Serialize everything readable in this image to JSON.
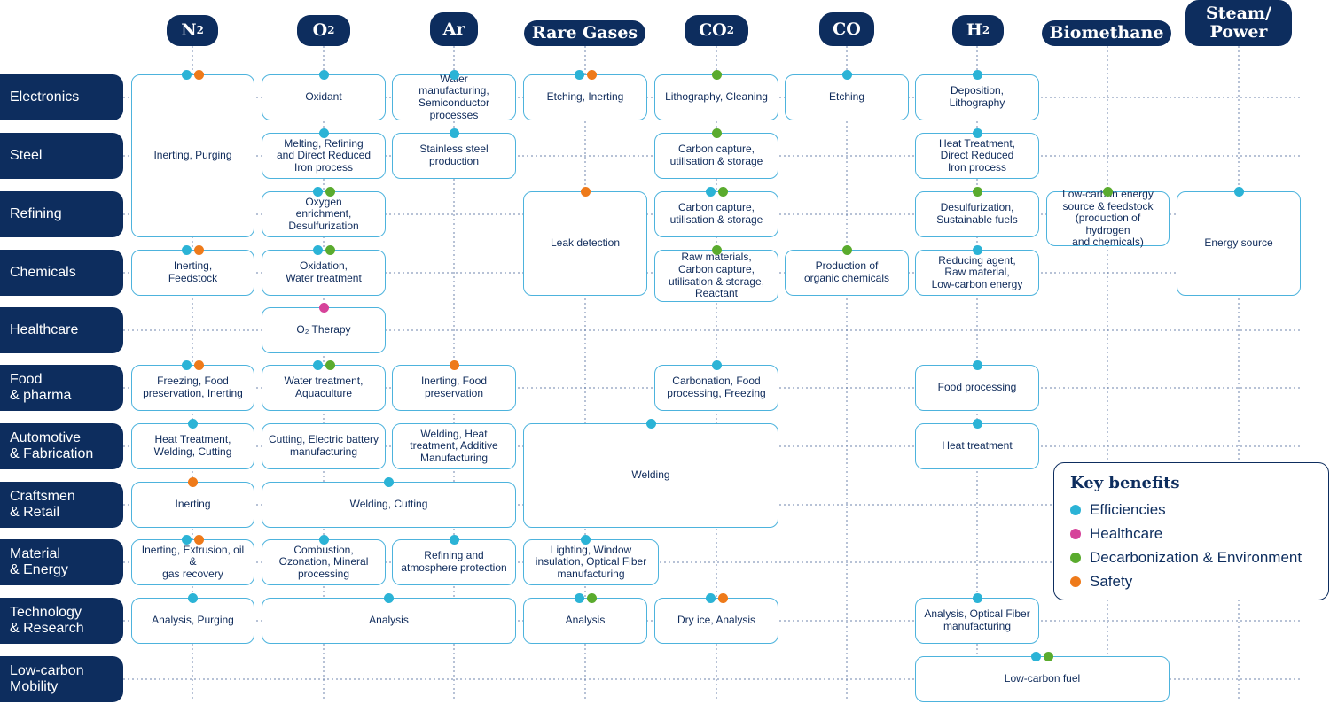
{
  "columns": [
    {
      "id": "n2",
      "label": "N",
      "sub": "2"
    },
    {
      "id": "o2",
      "label": "O",
      "sub": "2"
    },
    {
      "id": "ar",
      "label": "Ar",
      "sub": ""
    },
    {
      "id": "rare",
      "label": "Rare Gases",
      "sub": ""
    },
    {
      "id": "co2",
      "label": "CO",
      "sub": "2"
    },
    {
      "id": "co",
      "label": "CO",
      "sub": ""
    },
    {
      "id": "h2",
      "label": "H",
      "sub": "2"
    },
    {
      "id": "bio",
      "label": "Biomethane",
      "sub": ""
    },
    {
      "id": "steam",
      "label": "Steam/\nPower",
      "sub": ""
    }
  ],
  "rows": [
    {
      "id": "electronics",
      "label": "Electronics"
    },
    {
      "id": "steel",
      "label": "Steel"
    },
    {
      "id": "refining",
      "label": "Refining"
    },
    {
      "id": "chemicals",
      "label": "Chemicals"
    },
    {
      "id": "healthcare",
      "label": "Healthcare"
    },
    {
      "id": "food",
      "label": "Food\n& pharma"
    },
    {
      "id": "auto",
      "label": "Automotive\n& Fabrication"
    },
    {
      "id": "crafts",
      "label": "Craftsmen\n& Retail"
    },
    {
      "id": "material",
      "label": "Material\n& Energy"
    },
    {
      "id": "tech",
      "label": "Technology\n& Research"
    },
    {
      "id": "mobility",
      "label": "Low-carbon\nMobility"
    }
  ],
  "benefit_colors": {
    "efficiencies": "#2bb3d6",
    "healthcare": "#d6439a",
    "decarbonization": "#5aab2e",
    "safety": "#ee7a1a"
  },
  "cells": [
    {
      "col": "n2",
      "rows": [
        "electronics",
        "refining"
      ],
      "text": "Inerting, Purging",
      "benefits": [
        "efficiencies",
        "safety"
      ]
    },
    {
      "col": "n2",
      "rows": [
        "chemicals"
      ],
      "text": "Inerting,\nFeedstock",
      "benefits": [
        "efficiencies",
        "safety"
      ]
    },
    {
      "col": "n2",
      "rows": [
        "food"
      ],
      "text": "Freezing, Food\npreservation, Inerting",
      "benefits": [
        "efficiencies",
        "safety"
      ]
    },
    {
      "col": "n2",
      "rows": [
        "auto"
      ],
      "text": "Heat Treatment,\nWelding, Cutting",
      "benefits": [
        "efficiencies"
      ]
    },
    {
      "col": "n2",
      "rows": [
        "crafts"
      ],
      "text": "Inerting",
      "benefits": [
        "safety"
      ]
    },
    {
      "col": "n2",
      "rows": [
        "material"
      ],
      "text": "Inerting, Extrusion, oil &\ngas recovery",
      "benefits": [
        "efficiencies",
        "safety"
      ]
    },
    {
      "col": "n2",
      "rows": [
        "tech"
      ],
      "text": "Analysis, Purging",
      "benefits": [
        "efficiencies"
      ]
    },
    {
      "col": "o2",
      "rows": [
        "electronics"
      ],
      "text": "Oxidant",
      "benefits": [
        "efficiencies"
      ]
    },
    {
      "col": "o2",
      "rows": [
        "steel"
      ],
      "text": "Melting, Refining\nand Direct Reduced\nIron process",
      "benefits": [
        "efficiencies"
      ]
    },
    {
      "col": "o2",
      "rows": [
        "refining"
      ],
      "text": "Oxygen\nenrichment,\nDesulfurization",
      "benefits": [
        "efficiencies",
        "decarbonization"
      ]
    },
    {
      "col": "o2",
      "rows": [
        "chemicals"
      ],
      "text": "Oxidation,\nWater treatment",
      "benefits": [
        "efficiencies",
        "decarbonization"
      ]
    },
    {
      "col": "o2",
      "rows": [
        "healthcare"
      ],
      "text": "O₂ Therapy",
      "benefits": [
        "healthcare"
      ]
    },
    {
      "col": "o2",
      "rows": [
        "food"
      ],
      "text": "Water treatment,\nAquaculture",
      "benefits": [
        "efficiencies",
        "decarbonization"
      ]
    },
    {
      "col": "o2",
      "rows": [
        "auto"
      ],
      "text": "Cutting, Electric battery\nmanufacturing",
      "benefits": []
    },
    {
      "col": "o2",
      "colEnd": "ar",
      "rows": [
        "crafts"
      ],
      "text": "Welding, Cutting",
      "benefits": [
        "efficiencies"
      ]
    },
    {
      "col": "o2",
      "rows": [
        "material"
      ],
      "text": "Combustion,\nOzonation, Mineral\nprocessing",
      "benefits": [
        "efficiencies"
      ]
    },
    {
      "col": "o2",
      "colEnd": "ar",
      "rows": [
        "tech"
      ],
      "text": "Analysis",
      "benefits": [
        "efficiencies"
      ]
    },
    {
      "col": "ar",
      "rows": [
        "electronics"
      ],
      "text": "Wafer\nmanufacturing,\nSemiconductor\nprocesses",
      "benefits": [
        "efficiencies"
      ]
    },
    {
      "col": "ar",
      "rows": [
        "steel"
      ],
      "text": "Stainless steel\nproduction",
      "benefits": [
        "efficiencies"
      ]
    },
    {
      "col": "ar",
      "rows": [
        "food"
      ],
      "text": "Inerting, Food\npreservation",
      "benefits": [
        "safety"
      ]
    },
    {
      "col": "ar",
      "rows": [
        "auto"
      ],
      "text": "Welding, Heat\ntreatment, Additive\nManufacturing",
      "benefits": []
    },
    {
      "col": "ar",
      "rows": [
        "material"
      ],
      "text": "Refining and\natmosphere protection",
      "benefits": [
        "efficiencies"
      ]
    },
    {
      "col": "rare",
      "rows": [
        "electronics"
      ],
      "text": "Etching, Inerting",
      "benefits": [
        "efficiencies",
        "safety"
      ]
    },
    {
      "col": "rare",
      "rows": [
        "refining",
        "chemicals"
      ],
      "text": "Leak detection",
      "benefits": [
        "safety"
      ]
    },
    {
      "col": "rare",
      "colEnd": "co2",
      "rows": [
        "auto",
        "crafts"
      ],
      "text": "Welding",
      "benefits": [
        "efficiencies"
      ]
    },
    {
      "col": "rare",
      "rows": [
        "material"
      ],
      "text": "Lighting, Window\ninsulation, Optical Fiber\nmanufacturing",
      "benefits": [
        "efficiencies"
      ]
    },
    {
      "col": "rare",
      "rows": [
        "tech"
      ],
      "text": "Analysis",
      "benefits": [
        "efficiencies",
        "decarbonization"
      ]
    },
    {
      "col": "co2",
      "rows": [
        "electronics"
      ],
      "text": "Lithography, Cleaning",
      "benefits": [
        "decarbonization"
      ]
    },
    {
      "col": "co2",
      "rows": [
        "steel"
      ],
      "text": "Carbon capture,\nutilisation & storage",
      "benefits": [
        "decarbonization"
      ]
    },
    {
      "col": "co2",
      "rows": [
        "refining"
      ],
      "text": "Carbon capture,\nutilisation & storage",
      "benefits": [
        "efficiencies",
        "decarbonization"
      ]
    },
    {
      "col": "co2",
      "rows": [
        "chemicals"
      ],
      "text": "Raw materials,\nCarbon capture,\nutilisation & storage,\nReactant",
      "benefits": [
        "decarbonization"
      ]
    },
    {
      "col": "co2",
      "rows": [
        "food"
      ],
      "text": "Carbonation, Food\nprocessing, Freezing",
      "benefits": [
        "efficiencies"
      ]
    },
    {
      "col": "co2",
      "rows": [
        "tech"
      ],
      "text": "Dry ice, Analysis",
      "benefits": [
        "efficiencies",
        "safety"
      ]
    },
    {
      "col": "co",
      "rows": [
        "electronics"
      ],
      "text": "Etching",
      "benefits": [
        "efficiencies"
      ]
    },
    {
      "col": "co",
      "rows": [
        "chemicals"
      ],
      "text": "Production of\norganic chemicals",
      "benefits": [
        "decarbonization"
      ]
    },
    {
      "col": "h2",
      "rows": [
        "electronics"
      ],
      "text": "Deposition,\nLithography",
      "benefits": [
        "efficiencies"
      ]
    },
    {
      "col": "h2",
      "rows": [
        "steel"
      ],
      "text": "Heat Treatment,\nDirect Reduced\nIron process",
      "benefits": [
        "efficiencies"
      ]
    },
    {
      "col": "h2",
      "rows": [
        "refining"
      ],
      "text": "Desulfurization,\nSustainable fuels",
      "benefits": [
        "decarbonization"
      ]
    },
    {
      "col": "h2",
      "rows": [
        "chemicals"
      ],
      "text": "Reducing agent,\nRaw material,\nLow-carbon energy",
      "benefits": [
        "efficiencies"
      ]
    },
    {
      "col": "h2",
      "rows": [
        "food"
      ],
      "text": "Food processing",
      "benefits": [
        "efficiencies"
      ]
    },
    {
      "col": "h2",
      "rows": [
        "auto"
      ],
      "text": "Heat treatment",
      "benefits": [
        "efficiencies"
      ]
    },
    {
      "col": "h2",
      "rows": [
        "tech"
      ],
      "text": "Analysis, Optical Fiber\nmanufacturing",
      "benefits": [
        "efficiencies"
      ]
    },
    {
      "col": "h2",
      "colEnd": "bio",
      "rows": [
        "mobility"
      ],
      "text": "Low-carbon fuel",
      "benefits": [
        "efficiencies",
        "decarbonization"
      ]
    },
    {
      "col": "bio",
      "rows": [
        "refining"
      ],
      "text": "Low-carbon energy\nsource & feedstock\n(production of hydrogen\nand chemicals)",
      "benefits": [
        "decarbonization"
      ]
    },
    {
      "col": "steam",
      "rows": [
        "refining",
        "chemicals"
      ],
      "text": "Energy source",
      "benefits": [
        "efficiencies"
      ]
    }
  ],
  "legend": {
    "title": "Key benefits",
    "items": [
      {
        "key": "efficiencies",
        "label": "Efficiencies"
      },
      {
        "key": "healthcare",
        "label": "Healthcare"
      },
      {
        "key": "decarbonization",
        "label": "Decarbonization & Environment"
      },
      {
        "key": "safety",
        "label": "Safety"
      }
    ]
  }
}
